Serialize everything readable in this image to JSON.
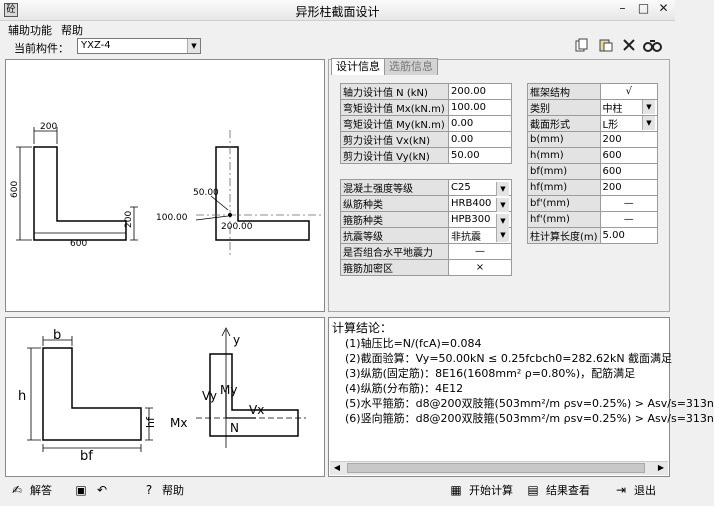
{
  "window": {
    "title": "异形柱截面设计",
    "app_icon": "砼",
    "minimize": "–",
    "maximize": "□",
    "close": "✕"
  },
  "menu": {
    "items": [
      "辅助功能",
      "帮助"
    ]
  },
  "component": {
    "label": "当前构件：",
    "value": "YXZ-4"
  },
  "toolbar": {
    "icons": [
      "copy-icon",
      "paste-icon",
      "delete-icon",
      "link-icon"
    ]
  },
  "diagram": {
    "dims": {
      "top": "200",
      "left": "600",
      "bottom": "600",
      "right": "200"
    },
    "loads": {
      "n": "100.00",
      "vy": "50.00",
      "vx": "200.00"
    }
  },
  "tabs": {
    "design": "设计信息",
    "rebar": "选筋信息"
  },
  "loads_table": [
    {
      "label": "轴力设计值 N (kN)",
      "value": "200.00"
    },
    {
      "label": "弯矩设计值 Mx(kN.m)",
      "value": "100.00"
    },
    {
      "label": "弯矩设计值 My(kN.m)",
      "value": "0.00"
    },
    {
      "label": "剪力设计值 Vx(kN)",
      "value": "0.00"
    },
    {
      "label": "剪力设计值 Vy(kN)",
      "value": "50.00"
    }
  ],
  "material_table": [
    {
      "label": "混凝土强度等级",
      "value": "C25",
      "dropdown": true
    },
    {
      "label": "纵筋种类",
      "value": "HRB400",
      "dropdown": true
    },
    {
      "label": "箍筋种类",
      "value": "HPB300",
      "dropdown": true
    },
    {
      "label": "抗震等级",
      "value": "非抗震",
      "dropdown": true
    },
    {
      "label": "是否组合水平地震力",
      "value": "—",
      "dropdown": false
    },
    {
      "label": "箍筋加密区",
      "value": "×",
      "dropdown": false
    }
  ],
  "section_table": [
    {
      "label": "框架结构",
      "value": "√",
      "dropdown": false
    },
    {
      "label": "类别",
      "value": "中柱",
      "dropdown": true
    },
    {
      "label": "截面形式",
      "value": "L形",
      "dropdown": true
    },
    {
      "label": "b(mm)",
      "value": "200",
      "dropdown": false
    },
    {
      "label": "h(mm)",
      "value": "600",
      "dropdown": false
    },
    {
      "label": "bf(mm)",
      "value": "600",
      "dropdown": false
    },
    {
      "label": "hf(mm)",
      "value": "200",
      "dropdown": false
    },
    {
      "label": "bf'(mm)",
      "value": "—",
      "dropdown": false
    },
    {
      "label": "hf'(mm)",
      "value": "—",
      "dropdown": false
    },
    {
      "label": "柱计算长度(m)",
      "value": "5.00",
      "dropdown": false
    }
  ],
  "symbol": {
    "b": "b",
    "h": "h",
    "hf": "hf",
    "bf": "bf",
    "y": "y",
    "vy": "Vy",
    "my": "My",
    "vx": "Vx",
    "mx": "Mx",
    "n": "N"
  },
  "result": {
    "title": "计算结论：",
    "lines": [
      "(1)轴压比=N/(fcA)=0.084",
      "(2)截面验算：Vy=50.00kN ≤ 0.25fcbch0=282.62kN 截面满足",
      "(3)纵筋(固定筋)：8E16(1608mm² ρ=0.80%)，配筋满足",
      "(4)纵筋(分布筋)：4E12",
      "(5)水平箍筋：d8@200双肢箍(503mm²/m ρsv=0.25%) > Asv/s=313n",
      "(6)竖向箍筋：d8@200双肢箍(503mm²/m ρsv=0.25%) > Asv/s=313n"
    ]
  },
  "scroll": {
    "left": "◀",
    "right": "▶"
  },
  "statusbar": {
    "solve": "解答",
    "save_icon": "▣",
    "undo_icon": "↶",
    "help": "帮助",
    "start": "开始计算",
    "view": "结果查看",
    "exit": "退出"
  }
}
